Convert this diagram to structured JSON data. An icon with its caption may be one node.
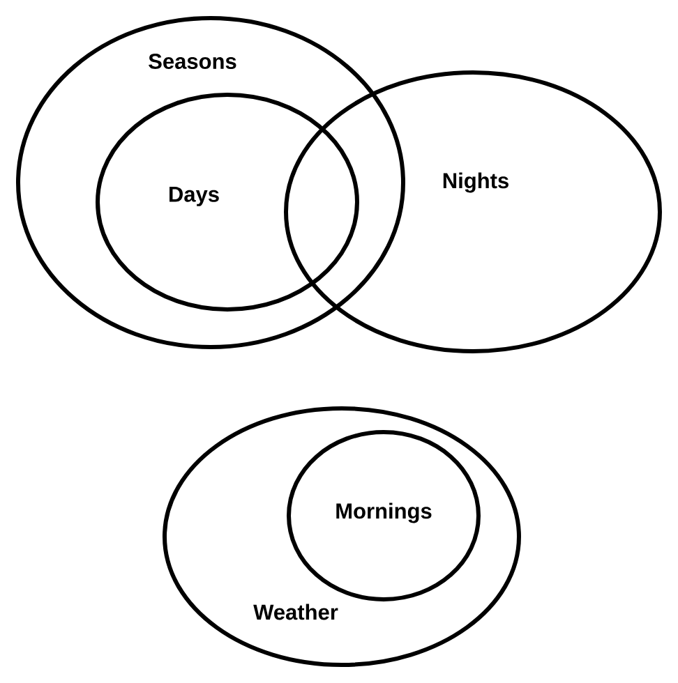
{
  "diagram": {
    "nodes": [
      {
        "text": [
          "Seasons"
        ]
      },
      {
        "text": [
          "Days"
        ],
        "in": 0
      },
      {
        "text": [
          "Nights"
        ]
      },
      {
        "text": [
          "Weather"
        ]
      },
      {
        "text": [
          "Mornings"
        ],
        "in": 3
      }
    ]
  }
}
